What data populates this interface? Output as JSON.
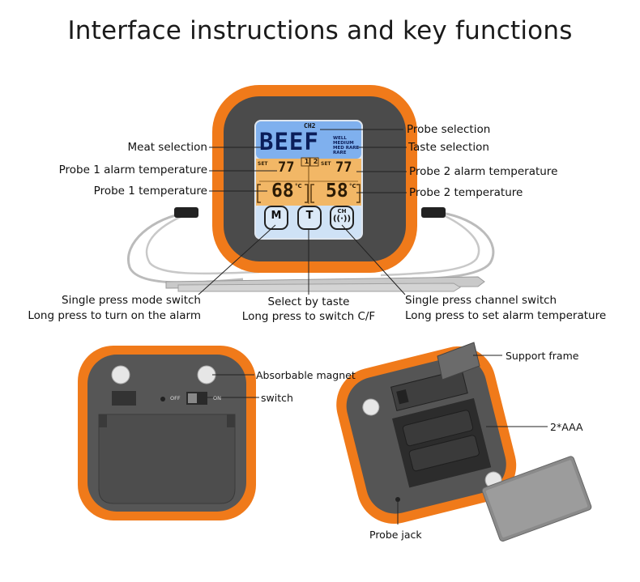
{
  "title": "Interface instructions and key functions",
  "front": {
    "labels": {
      "probe_selection": "Probe selection",
      "meat_selection": "Meat selection",
      "taste_selection": "Taste selection",
      "probe1_alarm": "Probe 1 alarm temperature",
      "probe2_alarm": "Probe 2 alarm temperature",
      "probe1_temp": "Probe 1 temperature",
      "probe2_temp": "Probe 2 temperature"
    },
    "buttons": {
      "m": {
        "key": "M",
        "line1": "Single press mode switch",
        "line2": "Long press to turn on the alarm"
      },
      "t": {
        "key": "T",
        "line1": "Select by taste",
        "line2": "Long press to switch C/F"
      },
      "ch": {
        "key": "CH",
        "line1": "Single press channel switch",
        "line2": "Long press to set alarm temperature"
      }
    },
    "lcd": {
      "channel": "CH2",
      "meat": "BEEF",
      "tastes": [
        "WELL",
        "MEDIUM",
        "MED RARE",
        "RARE"
      ],
      "set_label": "SET",
      "probe1_set": "77",
      "probe2_set": "77",
      "probe1_current": "68",
      "probe2_current": "58",
      "unit": "°C",
      "probe_tags": [
        "1",
        "2"
      ]
    }
  },
  "back": {
    "labels": {
      "magnet": "Absorbable magnet",
      "switch": "switch"
    },
    "switch_off": "OFF",
    "switch_on": "ON"
  },
  "open": {
    "labels": {
      "support": "Support frame",
      "battery": "2*AAA",
      "jack": "Probe jack"
    }
  },
  "colors": {
    "orange": "#f07a1a",
    "body_dark": "#505050",
    "lcd_blue": "#7fb0ee",
    "lcd_amber": "#f2b766"
  }
}
